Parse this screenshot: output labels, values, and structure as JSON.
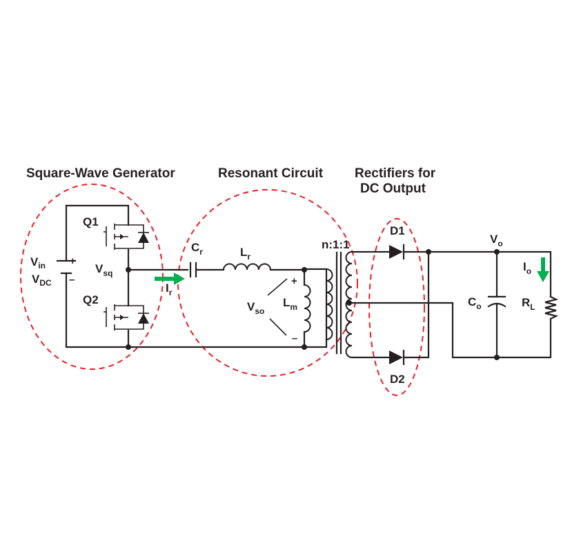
{
  "sections": {
    "square_wave": "Square-Wave Generator",
    "resonant": "Resonant Circuit",
    "rectifiers_line1": "Rectifiers for",
    "rectifiers_line2": "DC Output"
  },
  "labels": {
    "q1": "Q1",
    "q2": "Q2",
    "vin_main": "V",
    "vin_sub": "in",
    "vdc_main": "V",
    "vdc_sub": "DC",
    "vsq_main": "V",
    "vsq_sub": "sq",
    "ir_main": "I",
    "ir_sub": "r",
    "cr_main": "C",
    "cr_sub": "r",
    "lr_main": "L",
    "lr_sub": "r",
    "vso_main": "V",
    "vso_sub": "so",
    "lm_main": "L",
    "lm_sub": "m",
    "turns_ratio": "n:1:1",
    "d1": "D1",
    "d2": "D2",
    "vo_main": "V",
    "vo_sub": "o",
    "io_main": "I",
    "io_sub": "o",
    "co_main": "C",
    "co_sub": "o",
    "rl_main": "R",
    "rl_sub": "L",
    "plus": "+",
    "minus": "–"
  },
  "colors": {
    "wire": "#231f20",
    "boundary_dash": "#ee1c25",
    "current_arrow": "#00b050"
  }
}
